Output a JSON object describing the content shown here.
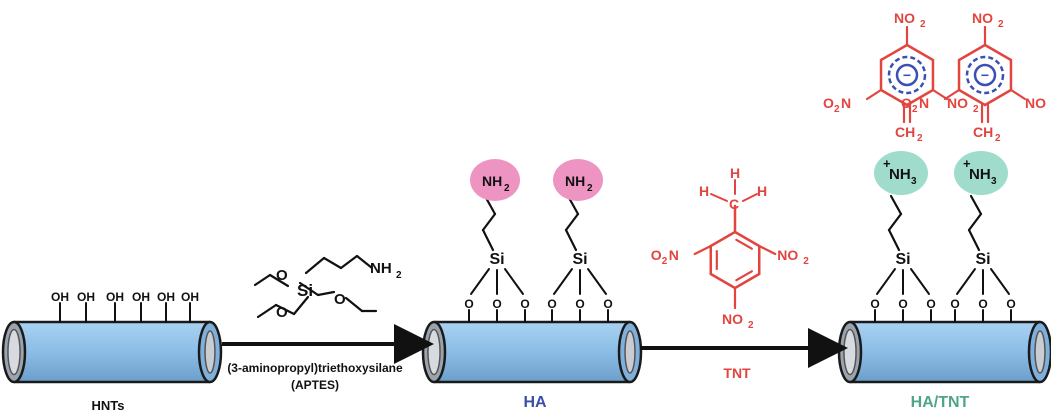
{
  "labels": {
    "hnts": "HNTs",
    "ha": "HA",
    "ha_tnt": "HA/TNT",
    "tnt": "TNT",
    "aptes_name": "(3-aminopropyl)triethoxysilane",
    "aptes_abbr": "(APTES)"
  },
  "atoms": {
    "oh": "OH",
    "si": "Si",
    "o": "O",
    "nh2_n": "NH",
    "sub2": "2",
    "nh3_n": "NH",
    "sub3": "3",
    "plus": "+",
    "minus": "−",
    "no2_n": "NO",
    "o2n_o": "O",
    "o2n_n": "N",
    "ch2": "CH",
    "h": "H"
  },
  "colors": {
    "black": "#111111",
    "blue": "#3b4fa8",
    "red": "#e2453f",
    "green": "#4ea587",
    "pink": "#ee94c2",
    "mint": "#9fdccb",
    "tube": "#8bbde6",
    "tube_dark": "#5f8fb8",
    "cap": "#c9ccd1",
    "ring_blue": "#3b4fb5"
  }
}
